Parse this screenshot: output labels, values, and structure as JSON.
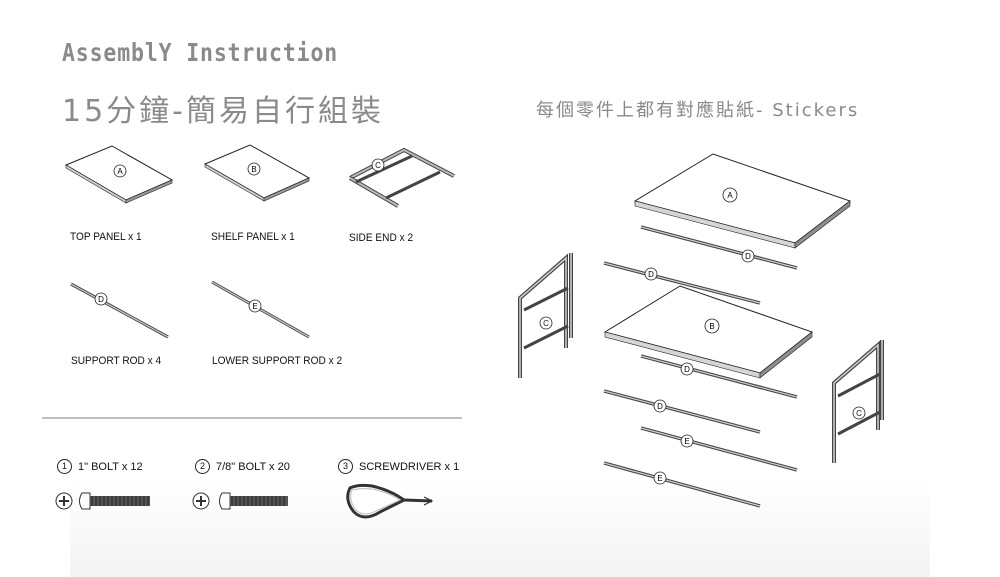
{
  "header": {
    "title": "AssemblY Instruction",
    "subtitle": "15分鐘-簡易自行組裝",
    "stickers_note": "每個零件上都有對應貼紙- Stickers"
  },
  "parts": [
    {
      "letter": "A",
      "label": "TOP PANEL x 1"
    },
    {
      "letter": "B",
      "label": "SHELF PANEL x 1"
    },
    {
      "letter": "C",
      "label": "SIDE END x 2"
    },
    {
      "letter": "D",
      "label": "SUPPORT ROD x 4"
    },
    {
      "letter": "E",
      "label": "LOWER SUPPORT ROD x 2"
    }
  ],
  "hardware": [
    {
      "num": "1",
      "label": "1\" BOLT x 12"
    },
    {
      "num": "2",
      "label": "7/8\" BOLT x 20"
    },
    {
      "num": "3",
      "label": "SCREWDRIVER x 1"
    }
  ],
  "colors": {
    "heading_gray": "#8a8a8a",
    "line_dark": "#222222",
    "rod_gray": "#9a9a9a"
  }
}
